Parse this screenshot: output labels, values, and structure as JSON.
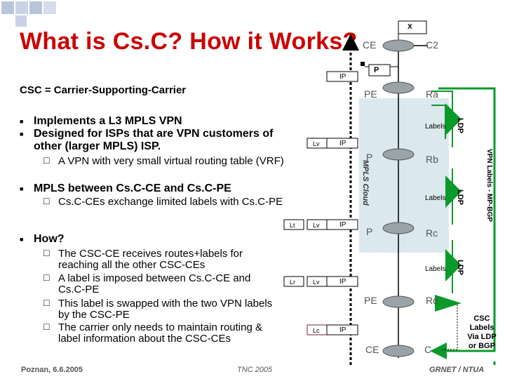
{
  "slide": {
    "title": "What is Cs.C? How it Works?",
    "definition": "CSC = Carrier-Supporting-Carrier",
    "bullets": [
      "Implements a L3 MPLS VPN",
      "Designed for ISPs that are VPN customers of other (larger MPLS) ISP.",
      "A VPN with very small virtual routing table (VRF)",
      "MPLS between Cs.C-CE and Cs.C-PE",
      "Cs.C-CEs exchange limited labels with Cs.C-PE",
      "How?",
      "The CSC-CE receives routes+labels for reaching all the other CSC-CEs",
      "A label is imposed between Cs.C-CE and Cs.C-PE",
      "This label is swapped with the two VPN labels by the CSC-PE",
      "The carrier only needs to maintain routing & label information about the CSC-CEs"
    ],
    "footer_left": "Poznan, 6.6.2005",
    "footer_center": "TNC 2005",
    "footer_right": "GRNET / NTUA"
  },
  "diagram": {
    "top_box": "X",
    "routers": {
      "ce_top": "CE",
      "c2": "C2",
      "p_top": "P",
      "pe_top": "PE",
      "ra": "Ra",
      "p1": "P",
      "rb": "Rb",
      "p2": "P",
      "rc": "Rc",
      "pe_bottom": "PE",
      "rd": "Rd",
      "ce_bottom": "CE",
      "c_bottom": "C"
    },
    "ip": "IP",
    "labels": "Labels",
    "ldp": "LDP",
    "lv": "Lv",
    "lt": "Lt",
    "lr": "Lr",
    "lc": "Lc",
    "mpls_cloud": "MPLS Cloud",
    "vpn_labels": "VPN Labels - MP-BGP",
    "csc_note": "CSC Labels Via LDP or BGP"
  },
  "colors": {
    "title": "#cc0000",
    "green": "#0a9a2a",
    "cloud": "#dbe8ee",
    "lc_box": "#7a1f3d"
  }
}
